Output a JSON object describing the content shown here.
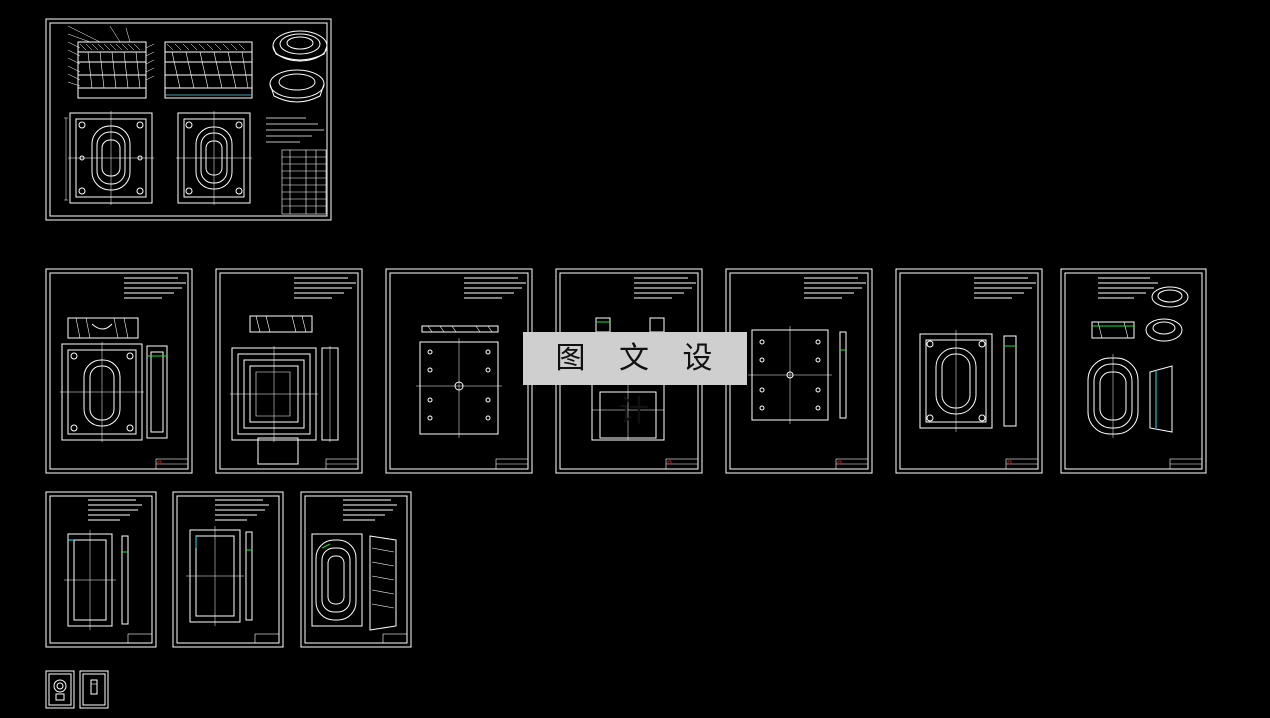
{
  "watermark": {
    "text": "图 文 设 计"
  },
  "colors": {
    "background": "#000000",
    "line": "#ffffff",
    "accent_green": "#22dd33",
    "accent_cyan": "#33ddee",
    "accent_red": "#ee3333"
  },
  "sheets": {
    "assembly": "assembly-drawing",
    "row1": [
      "part-drawing-1",
      "part-drawing-2",
      "part-drawing-3",
      "part-drawing-4",
      "part-drawing-5",
      "part-drawing-6",
      "part-drawing-7"
    ],
    "row2": [
      "part-drawing-8",
      "part-drawing-9",
      "part-drawing-10"
    ],
    "small": [
      "small-drawing-1",
      "small-drawing-2"
    ]
  }
}
